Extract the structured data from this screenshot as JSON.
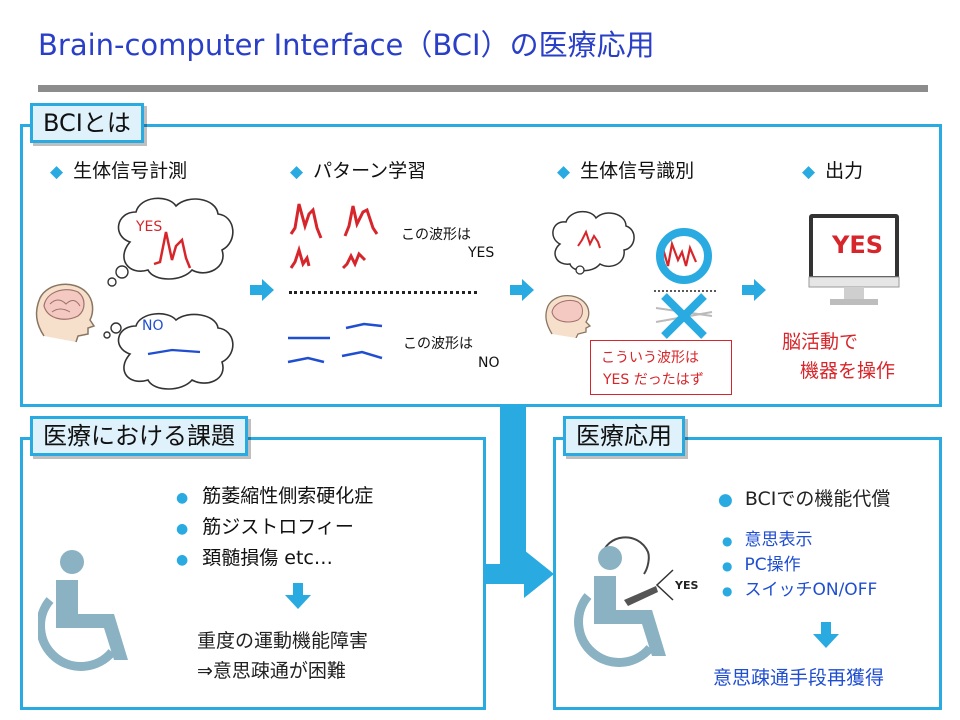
{
  "title": "Brain-computer Interface（BCI）の医療応用",
  "bci_panel": {
    "tag": "BCIとは",
    "steps": [
      "生体信号計測",
      "パターン学習",
      "生体信号識別",
      "出力"
    ],
    "yes_label": "YES",
    "no_label": "NO",
    "pattern_yes_line1": "この波形は",
    "pattern_yes_line2": "YES",
    "pattern_no_line1": "この波形は",
    "pattern_no_line2": "NO",
    "identify_note_line1": "こういう波形は",
    "identify_note_line2": "YES だったはず",
    "monitor_text": "YES",
    "output_line1": "脳活動で",
    "output_line2": "機器を操作"
  },
  "issues_panel": {
    "tag": "医療における課題",
    "items": [
      "筋萎縮性側索硬化症",
      "筋ジストロフィー",
      "頚髄損傷 etc…"
    ],
    "result_line1": "重度の運動機能障害",
    "result_line2": "⇒意思疎通が困難"
  },
  "medical_panel": {
    "tag": "医療応用",
    "headline": "BCIでの機能代償",
    "items": [
      "意思表示",
      "PC操作",
      "スイッチON/OFF"
    ],
    "speech": "YES",
    "result": "意思疎通手段再獲得"
  },
  "colors": {
    "accent": "#29abe2",
    "title_blue": "#2a3fc7",
    "signal_red": "#d7262b",
    "signal_blue": "#1f4ed0"
  },
  "icons": [
    "diamond-bullet-icon",
    "brain-head-icon",
    "thought-cloud-icon",
    "right-arrow-icon",
    "monitor-icon",
    "circle-mark-icon",
    "cross-mark-icon",
    "wheelchair-icon",
    "down-arrow-icon"
  ]
}
